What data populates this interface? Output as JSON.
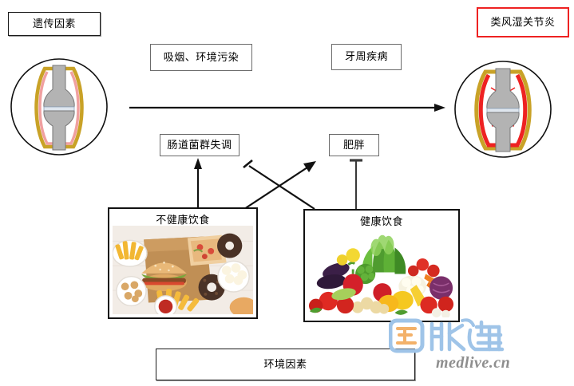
{
  "diagram": {
    "title_nodes": {
      "genetic_factors": "遗传因素",
      "rheumatoid_arthritis": "类风湿关节炎",
      "smoking_pollution": "吸烟、环境污染",
      "periodontal_disease": "牙周疾病",
      "gut_dysbiosis": "肠道菌群失调",
      "obesity": "肥胖",
      "unhealthy_diet": "不健康饮食",
      "healthy_diet": "健康饮食",
      "environmental_factors": "环境因素"
    },
    "icons": {
      "healthy_joint": "healthy-joint-icon",
      "inflamed_joint": "inflamed-joint-icon",
      "main_progression_arrow": "progression-arrow-icon",
      "unhealthy_to_dysbiosis_arrow": "promote-arrow-icon",
      "unhealthy_to_obesity_arrow": "promote-arrow-icon",
      "healthy_to_obesity_inhibit": "inhibit-bar-icon",
      "healthy_to_dysbiosis_inhibit": "inhibit-bar-icon"
    },
    "colors": {
      "node_border": "#1a1a1a",
      "gray_border": "#6b6b6b",
      "highlight_border": "#ee2222",
      "arrow": "#111111",
      "joint_bone": "#b3b3b3",
      "joint_capsule": "#c9a227",
      "joint_synovium_normal": "#f0a0a0",
      "joint_synovium_inflamed": "#ee2222",
      "joint_cartilage": "#dfe6ee",
      "watermark_blue": "#9fc4e8",
      "watermark_orange": "#f3b169",
      "watermark_text": "#8e8e8e"
    }
  },
  "watermark": {
    "brand_cn": "医脉通",
    "brand_url": "medlive.cn"
  }
}
